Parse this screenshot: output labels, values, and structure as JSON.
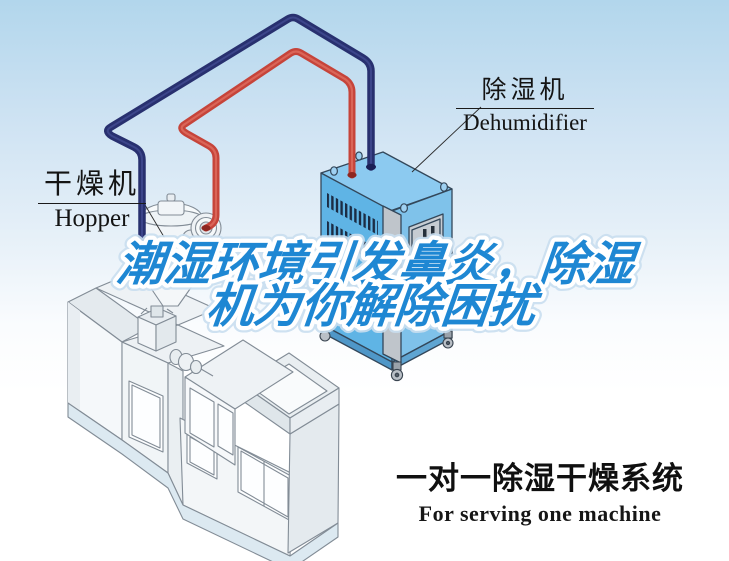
{
  "headline": {
    "line1": "潮湿环境引发鼻炎，除湿",
    "line2": "机为你解除困扰"
  },
  "labels": {
    "hopper": {
      "zh": "干燥机",
      "en": "Hopper"
    },
    "dehumidifier": {
      "zh": "除湿机",
      "en": "Dehumidifier"
    }
  },
  "caption": {
    "title_zh": "一对一除湿干燥系统",
    "subtitle_en": "For serving one machine"
  },
  "colors": {
    "sky_top": "#b2d6ec",
    "headline_blue": "#1e87d3",
    "pipe_red": "#c6443a",
    "pipe_navy": "#28306f",
    "machine_top": "#8ccaf0",
    "machine_left": "#5fb4e5",
    "machine_right": "#7fc2ea",
    "base_blue": "#dce9f1",
    "label_text": "#141414"
  }
}
